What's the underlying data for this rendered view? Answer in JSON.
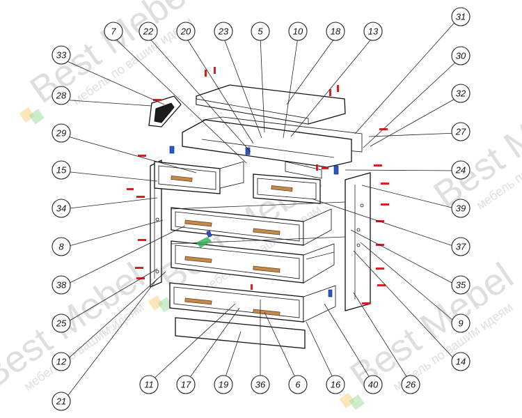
{
  "watermark": {
    "brand": "Best Mebel",
    "tagline": "мебель по вашим идеям"
  },
  "colors": {
    "handle": "#c58a4a",
    "screw": "#d82020",
    "bracket": "#2a54c8",
    "watermark": "#d8d8d8"
  },
  "callouts": [
    {
      "id": "c7",
      "label": "7"
    },
    {
      "id": "c22",
      "label": "22"
    },
    {
      "id": "c20",
      "label": "20"
    },
    {
      "id": "c23",
      "label": "23"
    },
    {
      "id": "c5",
      "label": "5"
    },
    {
      "id": "c10",
      "label": "10"
    },
    {
      "id": "c18",
      "label": "18"
    },
    {
      "id": "c13",
      "label": "13"
    },
    {
      "id": "c31",
      "label": "31"
    },
    {
      "id": "c33",
      "label": "33"
    },
    {
      "id": "c30",
      "label": "30"
    },
    {
      "id": "c32",
      "label": "32"
    },
    {
      "id": "c28",
      "label": "28"
    },
    {
      "id": "c27",
      "label": "27"
    },
    {
      "id": "c29",
      "label": "29"
    },
    {
      "id": "c24",
      "label": "24"
    },
    {
      "id": "c15",
      "label": "15"
    },
    {
      "id": "c39",
      "label": "39"
    },
    {
      "id": "c34",
      "label": "34"
    },
    {
      "id": "c37",
      "label": "37"
    },
    {
      "id": "c8",
      "label": "8"
    },
    {
      "id": "c35",
      "label": "35"
    },
    {
      "id": "c38",
      "label": "38"
    },
    {
      "id": "c9",
      "label": "9"
    },
    {
      "id": "c25",
      "label": "25"
    },
    {
      "id": "c14",
      "label": "14"
    },
    {
      "id": "c12",
      "label": "12"
    },
    {
      "id": "c11",
      "label": "11"
    },
    {
      "id": "c17",
      "label": "17"
    },
    {
      "id": "c19",
      "label": "19"
    },
    {
      "id": "c36",
      "label": "36"
    },
    {
      "id": "c6",
      "label": "6"
    },
    {
      "id": "c16",
      "label": "16"
    },
    {
      "id": "c40",
      "label": "40"
    },
    {
      "id": "c26",
      "label": "26"
    },
    {
      "id": "c21",
      "label": "21"
    }
  ]
}
